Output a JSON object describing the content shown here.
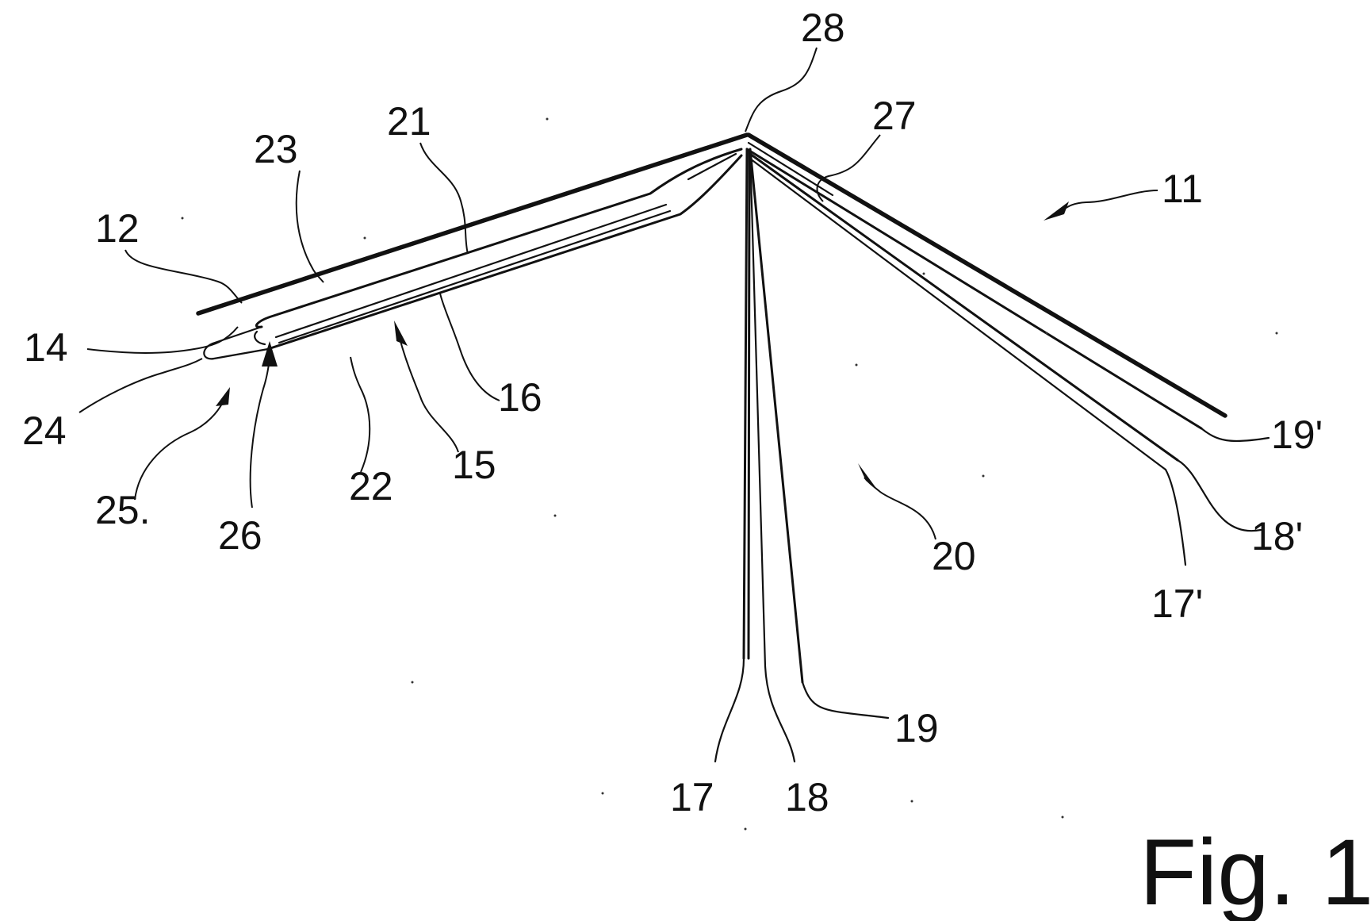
{
  "figure": {
    "caption": "Fig. 1",
    "labels": {
      "l11": "11",
      "l12": "12",
      "l14": "14",
      "l15": "15",
      "l16": "16",
      "l17": "17",
      "l18": "18",
      "l19": "19",
      "l17p": "17'",
      "l18p": "18'",
      "l19p": "19'",
      "l20": "20",
      "l21": "21",
      "l22": "22",
      "l23": "23",
      "l24": "24",
      "l25": "25.",
      "l26": "26",
      "l27": "27",
      "l28": "28"
    }
  }
}
